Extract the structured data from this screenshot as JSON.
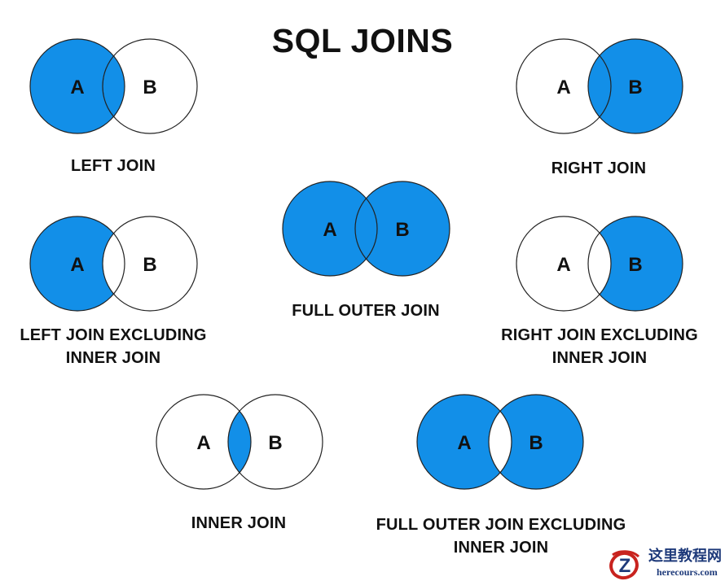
{
  "title": "SQL JOINS",
  "colors": {
    "fill": "#128fe8",
    "stroke": "#222222",
    "text": "#111111",
    "background": "#ffffff"
  },
  "set_labels": {
    "a": "A",
    "b": "B"
  },
  "joins": [
    {
      "id": "left-join",
      "region": "A",
      "label_lines": [
        "LEFT JOIN"
      ]
    },
    {
      "id": "right-join",
      "region": "B",
      "label_lines": [
        "RIGHT JOIN"
      ]
    },
    {
      "id": "full-outer-join",
      "region": "A OR B",
      "label_lines": [
        "FULL OUTER JOIN"
      ]
    },
    {
      "id": "left-join-excluding-inner-join",
      "region": "A NOT B",
      "label_lines": [
        "LEFT JOIN EXCLUDING",
        "INNER JOIN"
      ]
    },
    {
      "id": "right-join-excluding-inner-join",
      "region": "B NOT A",
      "label_lines": [
        "RIGHT JOIN EXCLUDING",
        "INNER JOIN"
      ]
    },
    {
      "id": "inner-join",
      "region": "A AND B",
      "label_lines": [
        "INNER JOIN"
      ]
    },
    {
      "id": "full-outer-join-excluding-inner-join",
      "region": "A XOR B",
      "label_lines": [
        "FULL OUTER JOIN EXCLUDING",
        "INNER JOIN"
      ]
    }
  ],
  "watermark": {
    "logo_letter": "Z",
    "name": "这里教程网",
    "url": "herecours.com"
  }
}
